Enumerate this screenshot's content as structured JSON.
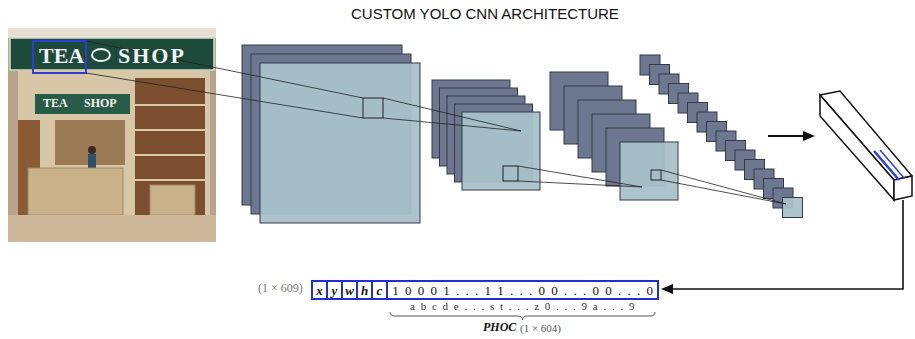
{
  "diagram": {
    "title": "CUSTOM YOLO CNN ARCHITECTURE",
    "nodes": [
      {
        "text": [
          "x"
        ]
      },
      {
        "text": [
          "y"
        ]
      },
      {
        "text": [
          "w"
        ]
      },
      {
        "text": [
          "h"
        ]
      },
      {
        "text": [
          "c"
        ]
      },
      {
        "text": [
          "1 0 0 0 1 . . . 1 1 . . . 0 0 . . . 0 0 . . . 0"
        ]
      }
    ],
    "labels": [
      "TEA",
      "SHOP",
      "TEA",
      "SHOP",
      "(1 × 609)",
      "a b c d e . . . s t . . . z 0 . . . 9 a . . . 9",
      "PHOC",
      "(1 × 604)"
    ]
  }
}
